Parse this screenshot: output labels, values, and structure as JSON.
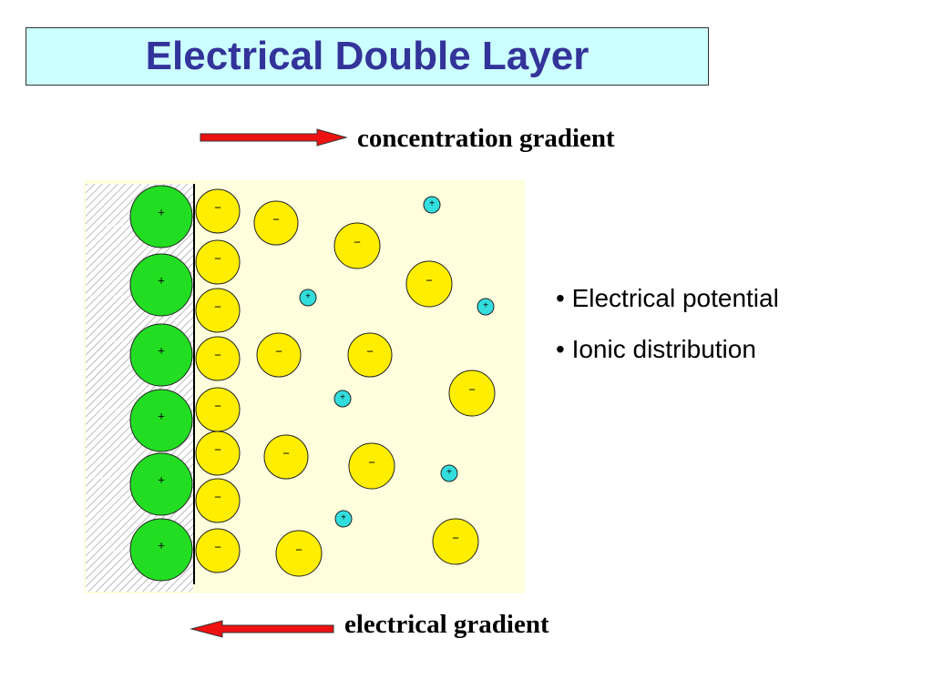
{
  "title": "Electrical Double Layer",
  "top_arrow_label": "concentration gradient",
  "bottom_arrow_label": "electrical gradient",
  "bullets": [
    "• Electrical potential",
    "• Ionic distribution"
  ],
  "ion_symbols": {
    "cation": "+",
    "anion": "−"
  },
  "colors": {
    "title_text": "#333399",
    "title_bg": "#ccffff",
    "solution_bg": "#ffffdd",
    "surface_charge": "#22dd22",
    "anion": "#ffee00",
    "cation": "#33dddd",
    "arrow": "#ee1111"
  }
}
